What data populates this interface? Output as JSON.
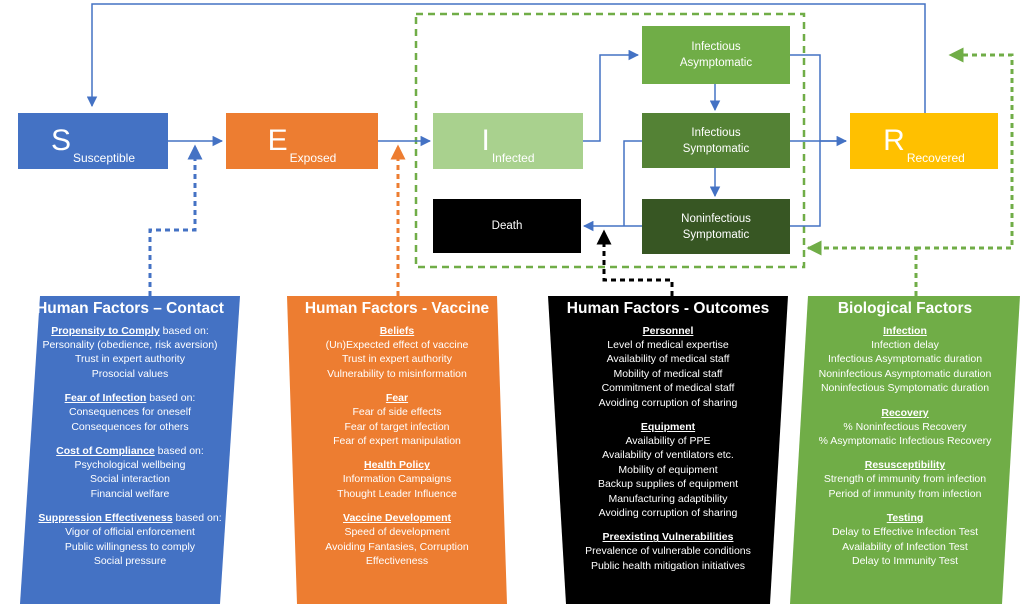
{
  "model": {
    "susceptible": {
      "letter": "S",
      "label": "Susceptible",
      "color": "#4472C4"
    },
    "exposed": {
      "letter": "E",
      "label": "Exposed",
      "color": "#ED7D31"
    },
    "infected": {
      "letter": "I",
      "label": "Infected",
      "color": "#A9D18E"
    },
    "recovered": {
      "letter": "R",
      "label": "Recovered",
      "color": "#FFC000"
    },
    "asymptomatic": {
      "line1": "Infectious",
      "line2": "Asymptomatic",
      "color": "#70AD47"
    },
    "symptomatic": {
      "line1": "Infectious",
      "line2": "Symptomatic",
      "color": "#548235"
    },
    "noninfectious": {
      "line1": "Noninfectious",
      "line2": "Symptomatic",
      "color": "#375623"
    },
    "death": {
      "label": "Death",
      "color": "#000000"
    }
  },
  "panels": {
    "contact": {
      "title": "Human Factors – Contact",
      "color": "#4472C4",
      "sections": [
        {
          "head": "Propensity to Comply",
          "suffix": " based on:",
          "items": [
            "Personality (obedience, risk aversion)",
            "Trust in expert authority",
            "Prosocial values"
          ]
        },
        {
          "head": "Fear of Infection",
          "suffix": " based on:",
          "items": [
            "Consequences for oneself",
            "Consequences for others"
          ]
        },
        {
          "head": "Cost of Compliance",
          "suffix": " based on:",
          "items": [
            "Psychological wellbeing",
            "Social interaction",
            "Financial welfare"
          ]
        },
        {
          "head": "Suppression Effectiveness",
          "suffix": " based on:",
          "items": [
            "Vigor of official enforcement",
            "Public willingness to comply",
            "Social pressure"
          ]
        }
      ]
    },
    "vaccine": {
      "title": "Human Factors - Vaccine",
      "color": "#ED7D31",
      "sections": [
        {
          "head": "Beliefs",
          "suffix": "",
          "items": [
            "(Un)Expected effect of vaccine",
            "Trust in expert authority",
            "Vulnerability to misinformation"
          ]
        },
        {
          "head": "Fear",
          "suffix": "",
          "items": [
            "Fear of side effects",
            "Fear of target infection",
            "Fear of expert manipulation"
          ]
        },
        {
          "head": "Health Policy",
          "suffix": "",
          "items": [
            "Information Campaigns",
            "Thought Leader Influence"
          ]
        },
        {
          "head": "Vaccine Development",
          "suffix": "",
          "items": [
            "Speed of development",
            "Avoiding Fantasies, Corruption",
            "Effectiveness"
          ]
        }
      ]
    },
    "outcomes": {
      "title": "Human Factors - Outcomes",
      "color": "#000000",
      "sections": [
        {
          "head": "Personnel",
          "suffix": "",
          "items": [
            "Level of medical expertise",
            "Availability of medical staff",
            "Mobility of medical staff",
            "Commitment of medical staff",
            "Avoiding corruption of sharing"
          ]
        },
        {
          "head": "Equipment",
          "suffix": "",
          "items": [
            "Availability of PPE",
            "Availability of ventilators etc.",
            "Mobility of equipment",
            "Backup supplies of equipment",
            "Manufacturing adaptibility",
            "Avoiding corruption of sharing"
          ]
        },
        {
          "head": "Preexisting Vulnerabilities",
          "suffix": "",
          "items": [
            "Prevalence of vulnerable conditions",
            "Public health mitigation initiatives"
          ]
        }
      ]
    },
    "biological": {
      "title": "Biological Factors",
      "color": "#70AD47",
      "sections": [
        {
          "head": "Infection",
          "suffix": "",
          "items": [
            "Infection delay",
            "Infectious Asymptomatic duration",
            "Noninfectious Asymptomatic duration",
            "Noninfectious Symptomatic duration"
          ]
        },
        {
          "head": "Recovery",
          "suffix": "",
          "items": [
            "% Noninfectious Recovery",
            "% Asymptomatic Infectious Recovery"
          ]
        },
        {
          "head": "Resusceptibility",
          "suffix": "",
          "items": [
            "Strength of immunity from infection",
            "Period of immunity from infection"
          ]
        },
        {
          "head": "Testing",
          "suffix": "",
          "items": [
            "Delay to Effective Infection Test",
            "Availability of Infection Test",
            "Delay to Immunity Test"
          ]
        }
      ]
    }
  }
}
